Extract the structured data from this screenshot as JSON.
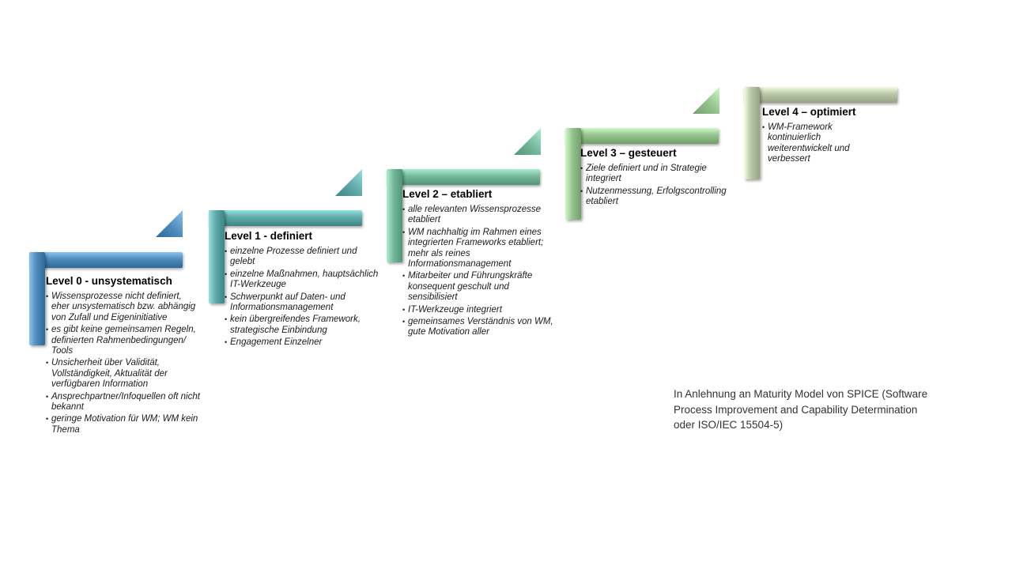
{
  "levels": [
    {
      "title": "Level 0 - unsystematisch",
      "color": "#4f8cbc",
      "items": [
        "Wissensprozesse nicht definiert, eher unsystematisch bzw. abhängig von Zufall und Eigeninitiative",
        "es gibt keine gemeinsamen Regeln, definierten Rahmenbedingungen/ Tools",
        "Unsicherheit über Validität, Vollständigkeit, Aktualität der verfügbaren Information",
        "Ansprechpartner/Infoquellen oft nicht bekannt",
        "geringe Motivation für WM; WM kein Thema"
      ]
    },
    {
      "title": "Level 1 - definiert",
      "color": "#5fa9a8",
      "items": [
        "einzelne Prozesse definiert und gelebt",
        "einzelne Maßnahmen, hauptsächlich IT-Werkzeuge",
        "Schwerpunkt auf Daten- und Informationsmanagement",
        "kein übergreifendes Framework, strategische Einbindung",
        "Engagement Einzelner"
      ]
    },
    {
      "title": "Level 2 – etabliert",
      "color": "#74b79a",
      "items": [
        "alle relevanten Wissensprozesse etabliert",
        "WM nachhaltig im Rahmen eines integrierten Frameworks etabliert; mehr als reines Informationsmanagement",
        "Mitarbeiter und Führungskräfte konsequent geschult und sensibilisiert",
        "IT-Werkzeuge integriert",
        "gemeinsames Verständnis von WM, gute Motivation aller"
      ]
    },
    {
      "title": "Level 3 – gesteuert",
      "color": "#96c28f",
      "items": [
        "Ziele definiert und in Strategie integriert",
        "Nutzenmessung, Erfolgscontrolling etabliert"
      ]
    },
    {
      "title": "Level 4 – optimiert",
      "color": "#b9c6a8",
      "items": [
        "WM-Framework kontinuierlich weiterentwickelt und verbessert"
      ]
    }
  ],
  "note": "In Anlehnung an Maturity Model von SPICE (Software Process Improvement and Capability Determination oder ISO/IEC 15504-5)"
}
